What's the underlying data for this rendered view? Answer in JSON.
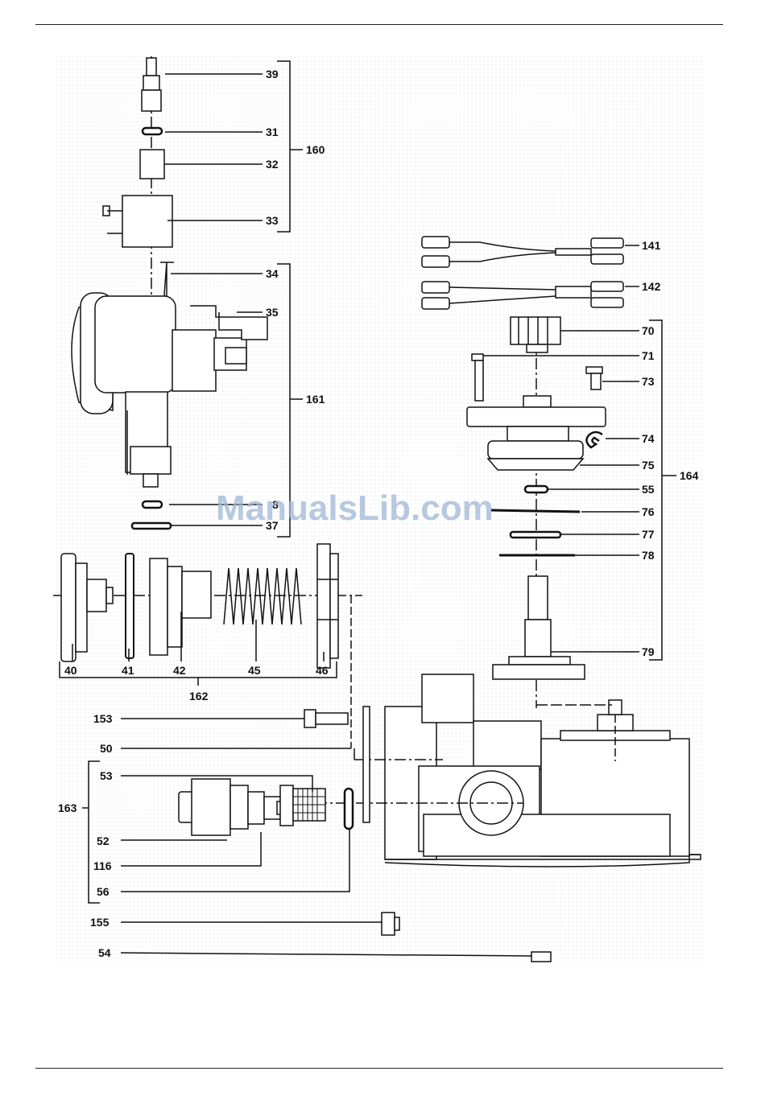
{
  "watermark": "ManualsLib.com",
  "labels": {
    "l39": "39",
    "l31": "31",
    "l32": "32",
    "l33": "33",
    "l160": "160",
    "l34": "34",
    "l35": "35",
    "l161": "161",
    "l8": "8",
    "l37": "37",
    "l141": "141",
    "l142": "142",
    "l70": "70",
    "l71": "71",
    "l73": "73",
    "l74": "74",
    "l75": "75",
    "l164": "164",
    "l55": "55",
    "l76": "76",
    "l77": "77",
    "l78": "78",
    "l79": "79",
    "l40": "40",
    "l41": "41",
    "l42": "42",
    "l45": "45",
    "l46": "46",
    "l162": "162",
    "l153": "153",
    "l50": "50",
    "l53": "53",
    "l163": "163",
    "l52": "52",
    "l116": "116",
    "l56": "56",
    "l155": "155",
    "l54": "54"
  },
  "colors": {
    "ink": "#111111",
    "dots": "#d6d6d6",
    "watermark": "#9fb8d6"
  }
}
